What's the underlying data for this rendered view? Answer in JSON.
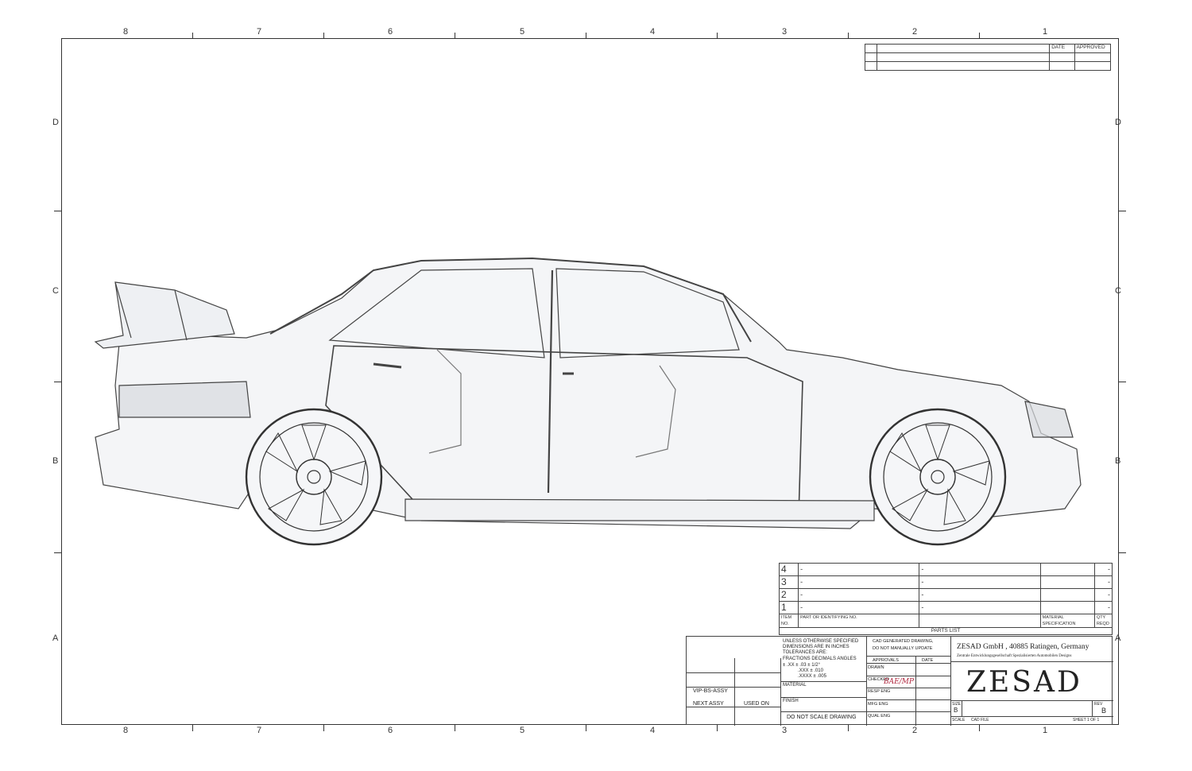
{
  "zones": {
    "columns": [
      "8",
      "7",
      "6",
      "5",
      "4",
      "3",
      "2",
      "1"
    ],
    "rows": [
      "D",
      "C",
      "B",
      "A"
    ]
  },
  "revision_block": {
    "headers": [
      "DATE",
      "APPROVED"
    ]
  },
  "parts_list": {
    "rows": [
      {
        "item": "4",
        "part": "-",
        "desc": "-",
        "qty": "-"
      },
      {
        "item": "3",
        "part": "-",
        "desc": "-",
        "qty": "-"
      },
      {
        "item": "2",
        "part": "-",
        "desc": "-",
        "qty": "-"
      },
      {
        "item": "1",
        "part": "-",
        "desc": "-",
        "qty": "-"
      }
    ],
    "headers": {
      "item": "ITEM NO.",
      "part": "PART OR IDENTIFYING NO.",
      "material": "MATERIAL SPECIFICATION",
      "qty": "QTY REQD"
    },
    "caption": "PARTS LIST"
  },
  "title_block": {
    "tolerance_note": "UNLESS OTHERWISE SPECIFIED DIMENSIONS ARE IN INCHES TOLERANCES ARE:",
    "tol_head": "FRACTIONS  DECIMALS  ANGLES",
    "tol_1": "±      .XX  ± .03   ± 1/2°",
    "tol_2": ".XXX  ± .010",
    "tol_3": ".XXXX  ± .005",
    "material": "MATERIAL",
    "finish": "FINISH",
    "do_not_scale": "DO NOT SCALE DRAWING",
    "cad_note_1": "CAD GENERATED DRAWING,",
    "cad_note_2": "DO NOT MANUALLY UPDATE",
    "approvals": "APPROVALS",
    "date": "DATE",
    "drawn": "DRAWN",
    "checked": "CHECKED",
    "resp_eng": "RESP ENG",
    "mfg_eng": "MFG ENG",
    "qual_eng": "QUAL ENG",
    "signature": "BAE/MP",
    "company_line": "ZESAD GmbH , 40885 Ratingen, Germany",
    "company_sub": "Zentrale Entwicklungsgesellschaft Spezialisierten Automobilen Designs",
    "logo": "ZESAD",
    "size_label": "SIZE",
    "size_value": "B",
    "rev_label": "REV",
    "rev_value": "B",
    "scale": "SCALE",
    "cad_file": "CAD FILE",
    "sheet": "SHEET 1 OF 1",
    "assy": "VIP-BS-ASSY",
    "next_assy": "NEXT ASSY",
    "used_on": "USED ON"
  }
}
